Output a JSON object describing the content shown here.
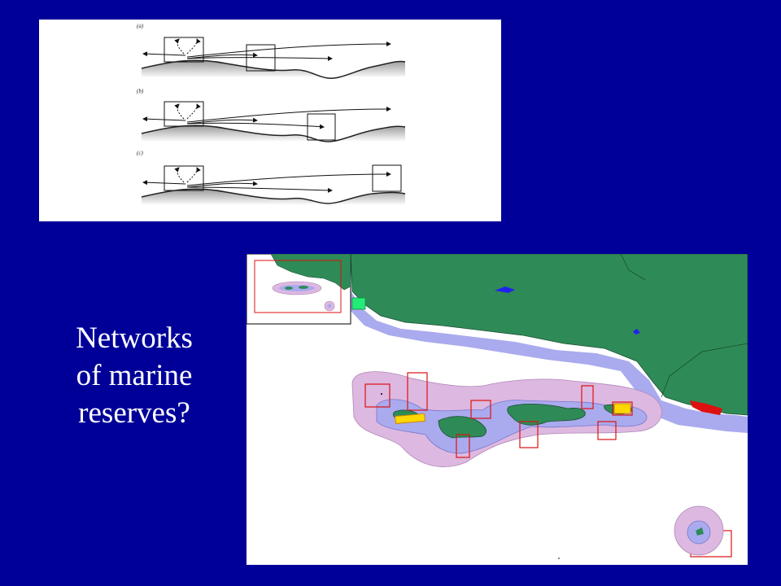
{
  "slide": {
    "background_color": "#000099",
    "caption_lines": [
      "Networks",
      "of marine",
      "reserves?"
    ],
    "caption_color": "#ffffff"
  },
  "diagram": {
    "panel_labels": [
      "(a)",
      "(b)",
      "(c)"
    ]
  },
  "map": {
    "colors": {
      "land": "#2e8b57",
      "shelf": "#aaaaee",
      "buffer": "#ddb8e0",
      "reserve_outline": "#dd1111",
      "highlight_yellow": "#ffd700",
      "highlight_red": "#dd1111",
      "highlight_green": "#22ee77"
    }
  }
}
